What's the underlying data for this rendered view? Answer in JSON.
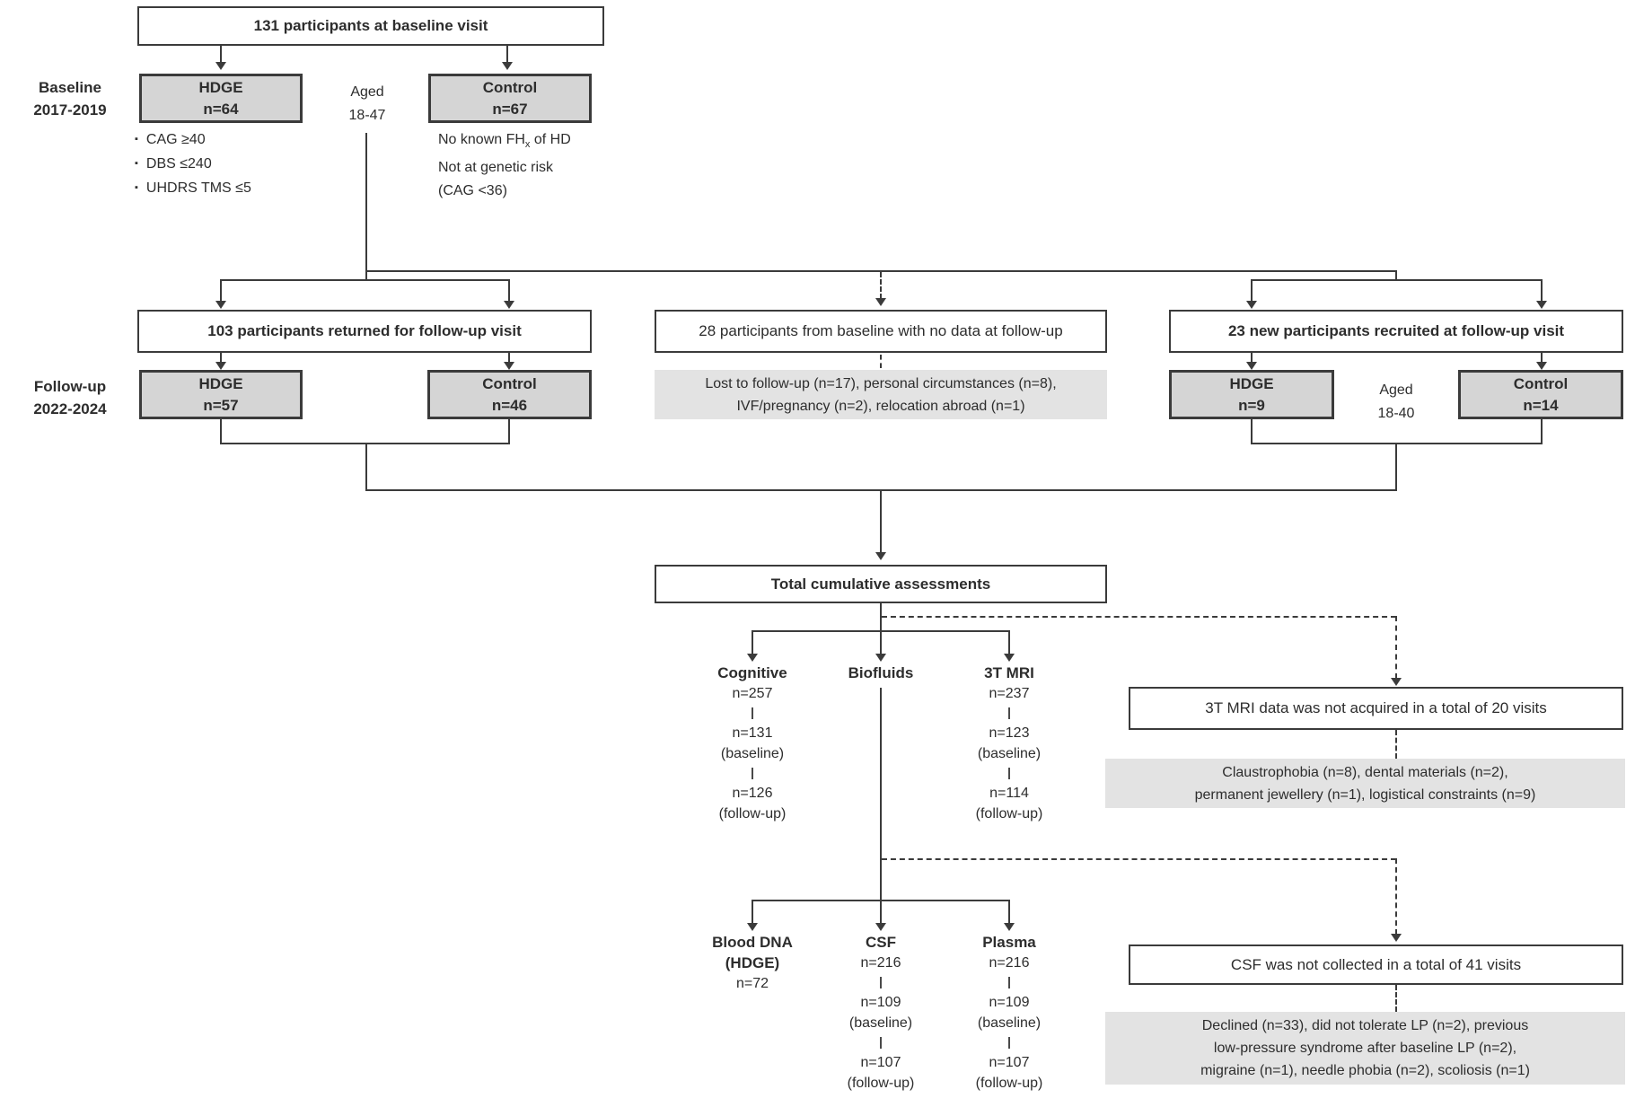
{
  "colors": {
    "line": "#3b3b3b",
    "gray_box_fill": "#d5d5d5",
    "reason_box_fill": "#e3e3e3",
    "text": "#2d2d2d"
  },
  "side_labels": {
    "baseline": {
      "line1": "Baseline",
      "line2": "2017-2019"
    },
    "followup": {
      "line1": "Follow-up",
      "line2": "2022-2024"
    }
  },
  "baseline": {
    "total_box": "131 participants at baseline visit",
    "hdge": {
      "title": "HDGE",
      "n": "n=64"
    },
    "control": {
      "title": "Control",
      "n": "n=67"
    },
    "aged": {
      "line1": "Aged",
      "line2": "18-47"
    },
    "hdge_criteria": [
      "CAG ≥40",
      "DBS ≤240",
      "UHDRS TMS ≤5"
    ],
    "control_notes": {
      "fh_pre": "No known FH",
      "fh_sub": "x",
      "fh_post": " of HD",
      "line2": "Not at genetic risk",
      "line3": "(CAG <36)"
    }
  },
  "followup": {
    "returned_box": "103 participants returned for follow-up visit",
    "hdge": {
      "title": "HDGE",
      "n": "n=57"
    },
    "control": {
      "title": "Control",
      "n": "n=46"
    },
    "no_data_box": "28 participants from baseline with no data at follow-up",
    "no_data_reasons": {
      "line1": "Lost to follow-up (n=17), personal circumstances (n=8),",
      "line2": "IVF/pregnancy (n=2), relocation abroad (n=1)"
    },
    "new_box": "23 new participants recruited at follow-up visit",
    "new_hdge": {
      "title": "HDGE",
      "n": "n=9"
    },
    "new_control": {
      "title": "Control",
      "n": "n=14"
    },
    "aged": {
      "line1": "Aged",
      "line2": "18-40"
    }
  },
  "assessments": {
    "total_box": "Total cumulative assessments",
    "cognitive": {
      "label": "Cognitive",
      "total": "n=257",
      "baseline_n": "n=131",
      "baseline_label": "(baseline)",
      "followup_n": "n=126",
      "followup_label": "(follow-up)"
    },
    "biofluids": {
      "label": "Biofluids"
    },
    "mri": {
      "label": "3T MRI",
      "total": "n=237",
      "baseline_n": "n=123",
      "baseline_label": "(baseline)",
      "followup_n": "n=114",
      "followup_label": "(follow-up)"
    },
    "mri_missing": {
      "box": "3T MRI data was not acquired in a total of 20 visits",
      "reasons": {
        "line1": "Claustrophobia (n=8), dental materials (n=2),",
        "line2": "permanent jewellery (n=1), logistical constraints (n=9)"
      }
    },
    "blood_dna": {
      "label_line1": "Blood DNA",
      "label_line2": "(HDGE)",
      "total": "n=72"
    },
    "csf": {
      "label": "CSF",
      "total": "n=216",
      "baseline_n": "n=109",
      "baseline_label": "(baseline)",
      "followup_n": "n=107",
      "followup_label": "(follow-up)"
    },
    "plasma": {
      "label": "Plasma",
      "total": "n=216",
      "baseline_n": "n=109",
      "baseline_label": "(baseline)",
      "followup_n": "n=107",
      "followup_label": "(follow-up)"
    },
    "csf_missing": {
      "box": "CSF was not collected in a total of 41 visits",
      "reasons": {
        "line1": "Declined (n=33), did not tolerate LP (n=2), previous",
        "line2": "low-pressure syndrome after baseline LP (n=2),",
        "line3": "migraine (n=1), needle phobia (n=2), scoliosis (n=1)"
      }
    }
  }
}
